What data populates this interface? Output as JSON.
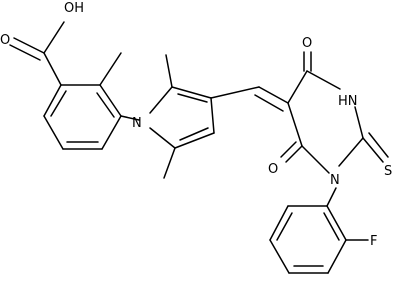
{
  "molecule": {
    "atom_labels": {
      "carboxyl_oh": "OH",
      "carbonyl_o": "O",
      "pyrrole_n": "N",
      "pyrimidine_o_top": "O",
      "pyrimidine_nh": "HN",
      "pyrimidine_o_bottom": "O",
      "pyrimidine_n": "N",
      "thione_s": "S",
      "fluorine": "F"
    },
    "colors": {
      "bond": "#000000",
      "label": "#000000",
      "background": "#ffffff"
    }
  }
}
